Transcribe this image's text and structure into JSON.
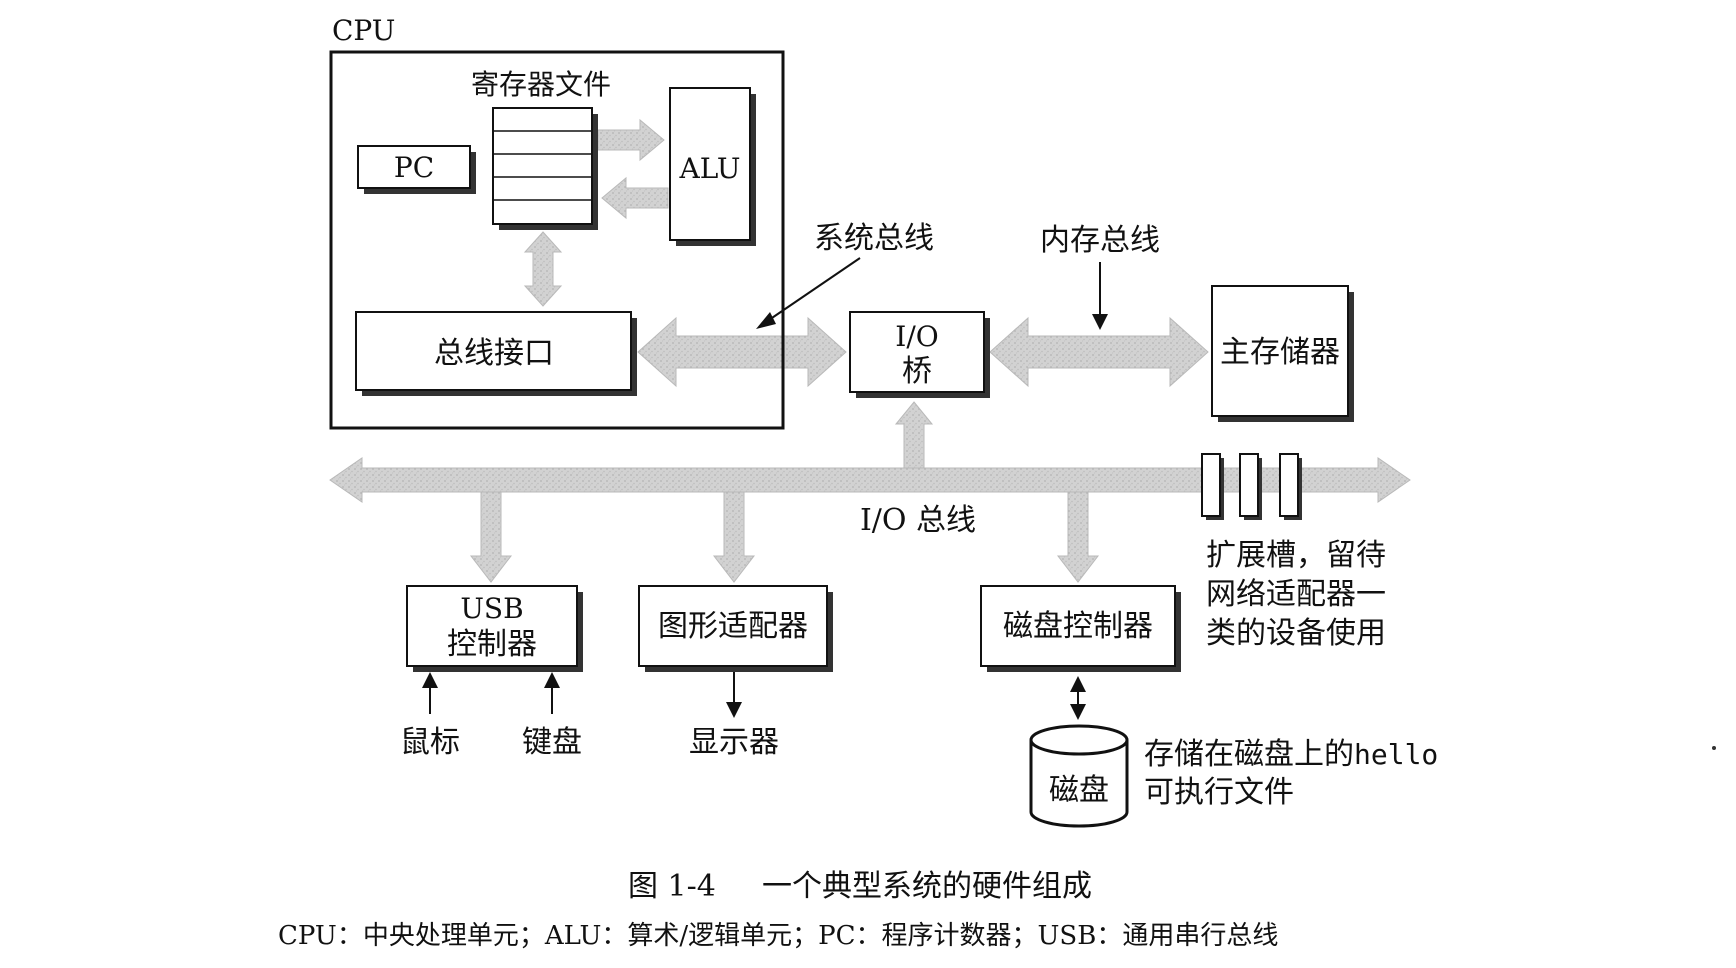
{
  "cpu": {
    "title": "CPU",
    "register_file": "寄存器文件",
    "pc": "PC",
    "alu": "ALU",
    "bus_interface": "总线接口"
  },
  "labels": {
    "system_bus": "系统总线",
    "memory_bus": "内存总线",
    "io_bridge_line1": "I/O",
    "io_bridge_line2": "桥",
    "main_memory": "主存储器",
    "io_bus": "I/O 总线",
    "expansion_line1": "扩展槽，留待",
    "expansion_line2": "网络适配器一",
    "expansion_line3": "类的设备使用"
  },
  "devices": {
    "usb_line1": "USB",
    "usb_line2": "控制器",
    "graphics": "图形适配器",
    "disk_controller": "磁盘控制器",
    "mouse": "鼠标",
    "keyboard": "键盘",
    "display": "显示器",
    "disk": "磁盘",
    "hello_line1_prefix": "存储在磁盘上的",
    "hello_line1_code": "hello",
    "hello_line2": "可执行文件"
  },
  "caption": {
    "fig_number": "图 1-4",
    "title": "一个典型系统的硬件组成",
    "legend": "CPU：中央处理单元；ALU：算术/逻辑单元；PC：程序计数器；USB：通用串行总线"
  },
  "colors": {
    "bus_fill": "#cfcfcf",
    "bus_edge": "#a9a9a9",
    "caption_blue": "#2f5fa3",
    "ink": "#111111"
  }
}
